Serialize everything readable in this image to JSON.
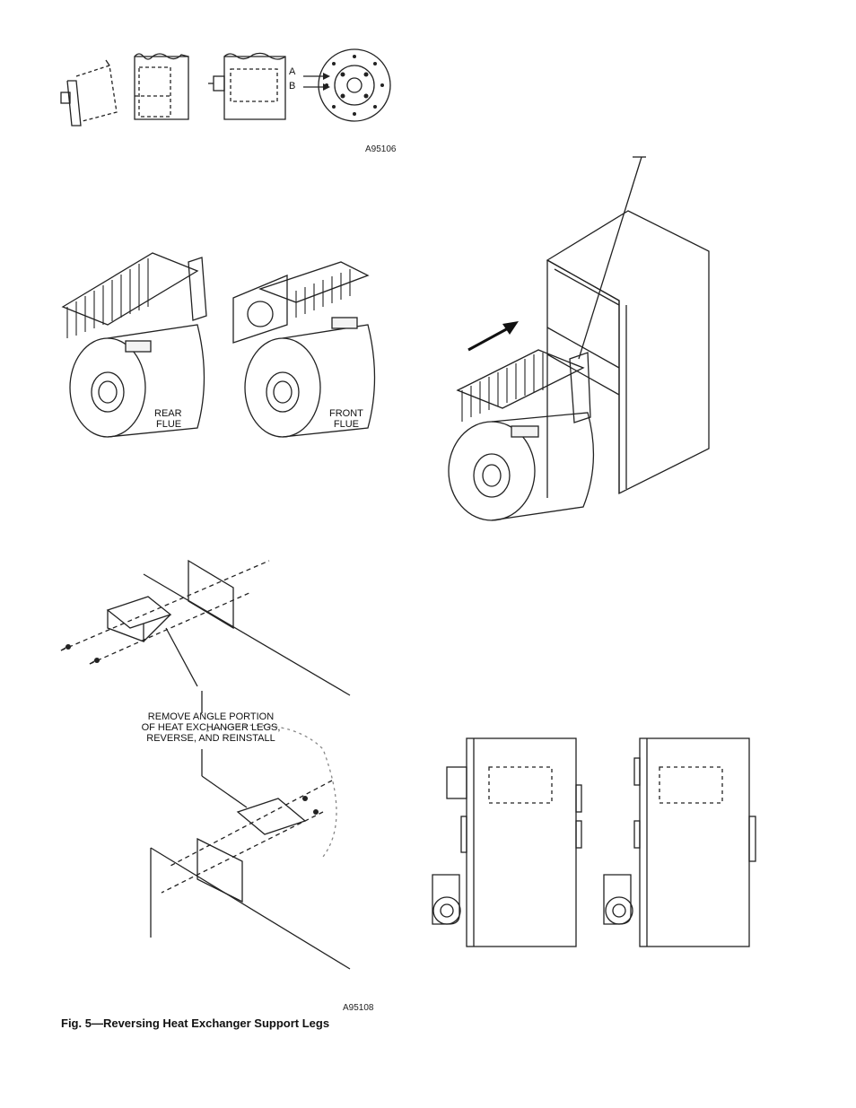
{
  "fig_top": {
    "label_a": "A",
    "label_b": "B",
    "code": "A95106"
  },
  "fig_flue": {
    "rear_line1": "REAR",
    "rear_line2": "FLUE",
    "front_line1": "FRONT",
    "front_line2": "FLUE"
  },
  "fig5": {
    "note_line1": "REMOVE ANGLE PORTION",
    "note_line2": "OF HEAT EXCHANGER LEGS,",
    "note_line3": "REVERSE, AND REINSTALL",
    "code": "A95108",
    "caption": "Fig. 5—Reversing Heat Exchanger Support Legs"
  }
}
